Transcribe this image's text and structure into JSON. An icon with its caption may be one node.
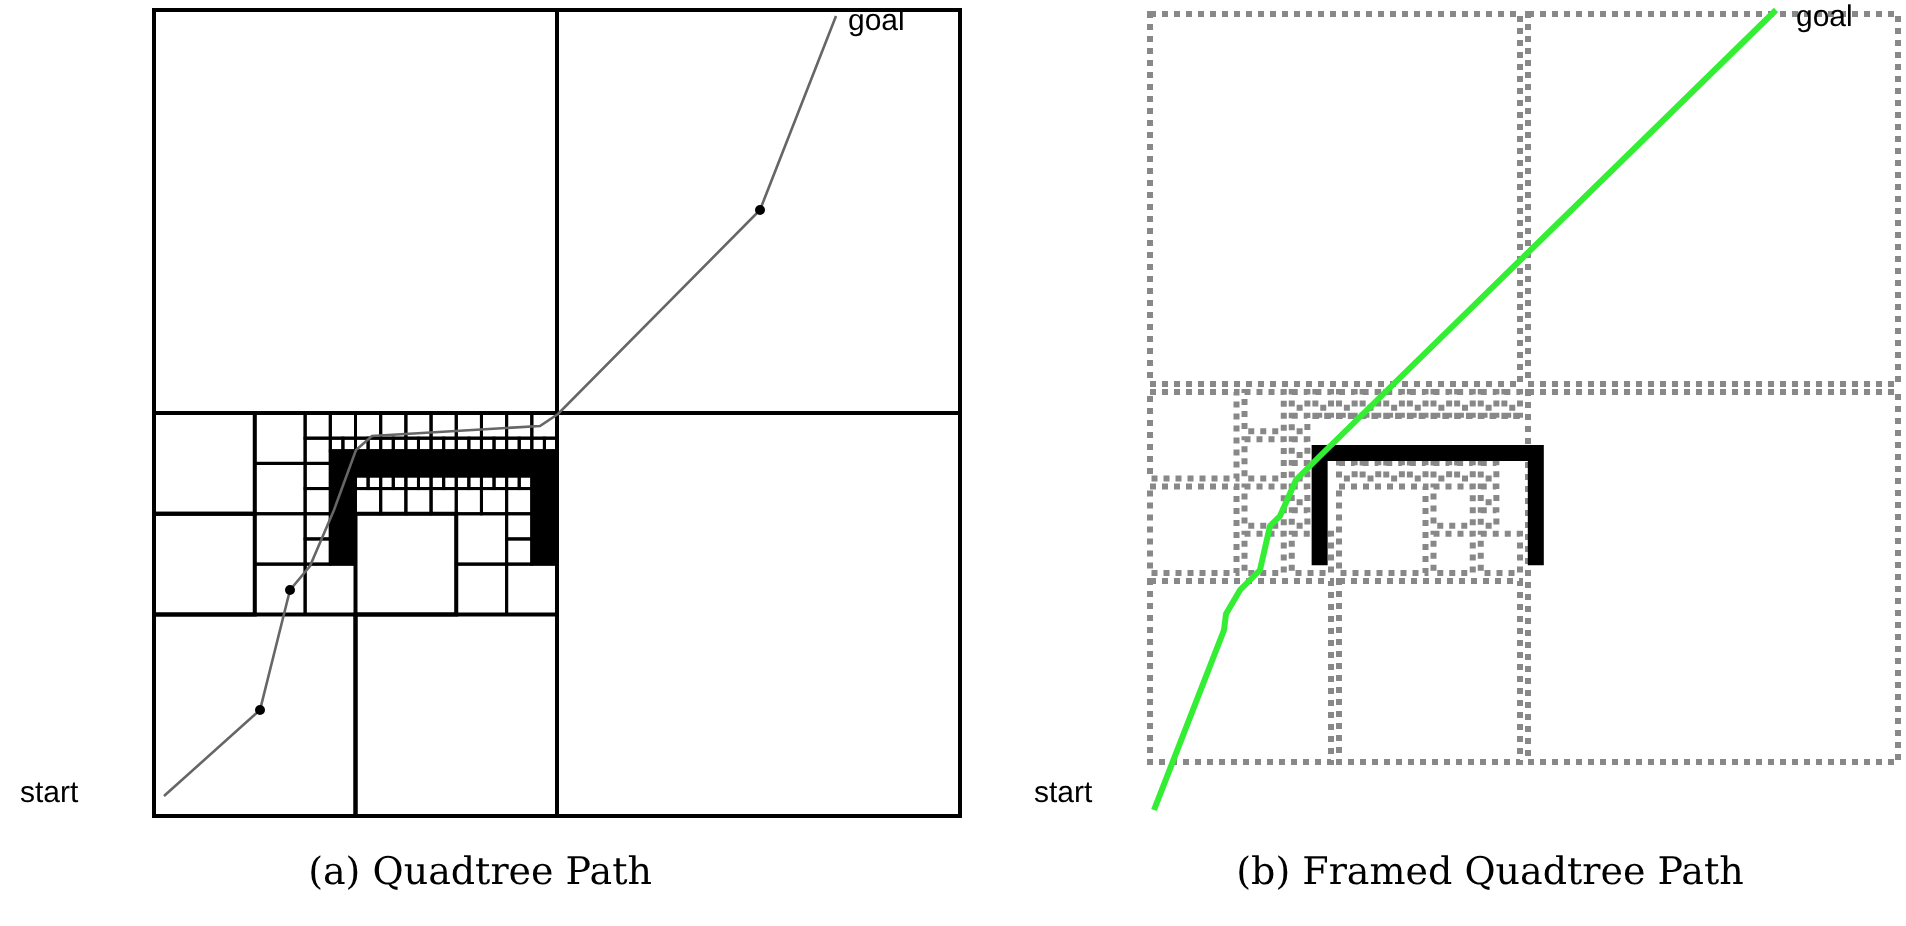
{
  "diagram": {
    "labels": [
      "goal",
      "start",
      "goal",
      "start",
      "(a) Quadtree Path",
      "(b) Framed Quadtree Path"
    ]
  }
}
